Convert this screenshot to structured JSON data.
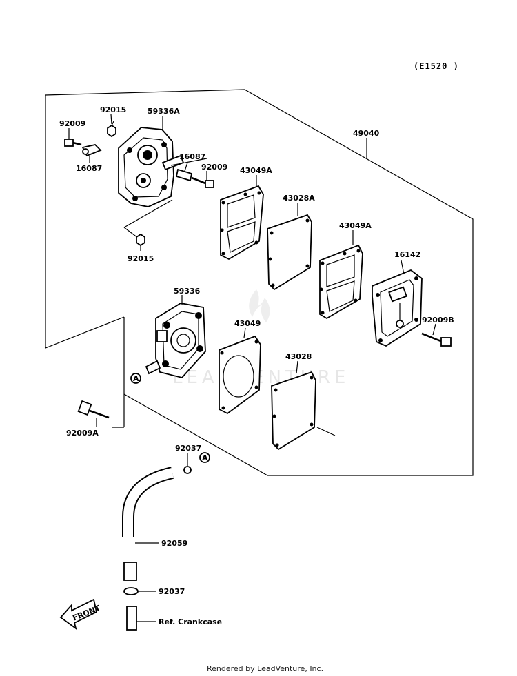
{
  "diagram_code": "(E1520 )",
  "watermark": "LEADVENTURE",
  "footer": "Rendered by LeadVenture, Inc.",
  "callout_marker": "A",
  "front_label": "FRONT",
  "labels": {
    "p92015_top": "92015",
    "p59336A": "59336A",
    "p92009_left": "92009",
    "p16087_left": "16087",
    "p16087_right": "16087",
    "p92009_right": "92009",
    "p49040": "49040",
    "p43049A_1": "43049A",
    "p43028A": "43028A",
    "p43049A_2": "43049A",
    "p92015_bottom": "92015",
    "p16142": "16142",
    "p59336": "59336",
    "p43049": "43049",
    "p92009B": "92009B",
    "p43028": "43028",
    "p92009A": "92009A",
    "p92037_top": "92037",
    "p92059": "92059",
    "p92037_bottom": "92037",
    "ref_crankcase": "Ref. Crankcase"
  }
}
